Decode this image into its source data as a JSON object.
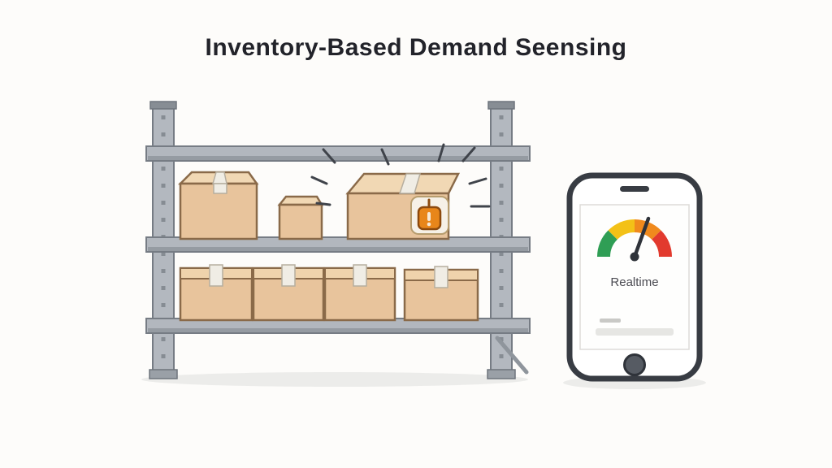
{
  "title": "Inventory-Based Demand Seensing",
  "phone": {
    "label": "Realtime",
    "gauge": {
      "type": "gauge",
      "segments": [
        "green",
        "yellow",
        "orange",
        "red"
      ]
    }
  },
  "shelf": {
    "levels": 3,
    "top_row_box_count": 3,
    "bottom_row_box_count": 4,
    "alert_box_present": true
  },
  "colors": {
    "gauge_green": "#2f9e55",
    "gauge_yellow": "#f3c117",
    "gauge_orange": "#f08a1d",
    "gauge_red": "#e23a2e",
    "alert_orange": "#e8861a",
    "alert_outline": "#8c4a0e",
    "box_tan": "#e8c49c",
    "shelf_gray": "#b2b7be",
    "phone_frame": "#383c43"
  }
}
